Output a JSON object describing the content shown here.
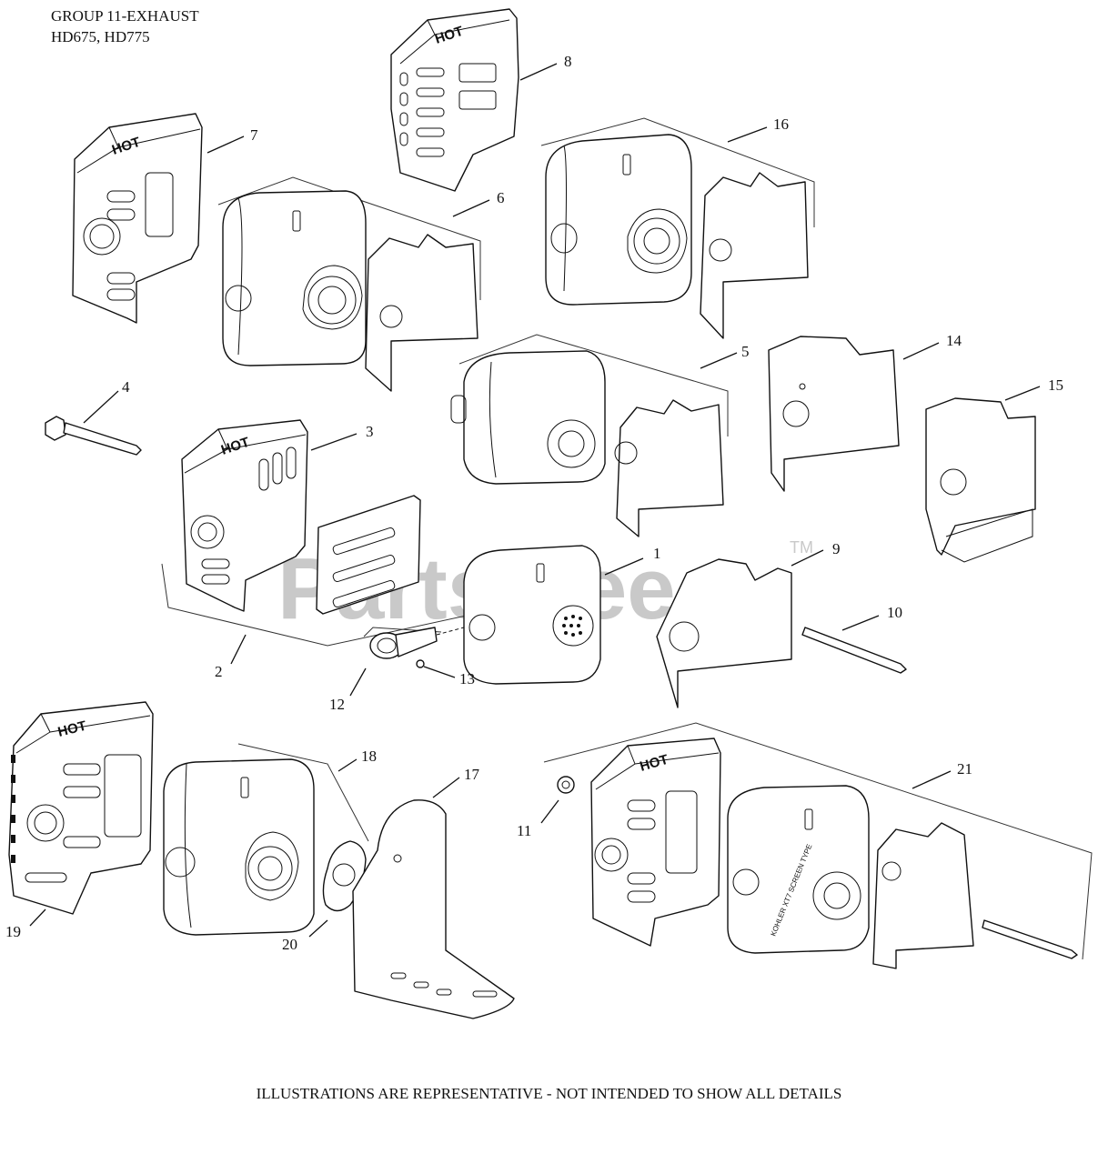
{
  "header": {
    "line1": "GROUP 11-EXHAUST",
    "line2": "HD675, HD775"
  },
  "footer": "ILLUSTRATIONS ARE REPRESENTATIVE - NOT INTENDED TO SHOW ALL DETAILS",
  "watermark": {
    "text": "PartsTree",
    "tm": "TM"
  },
  "callouts": [
    "1",
    "2",
    "3",
    "4",
    "5",
    "6",
    "7",
    "8",
    "9",
    "10",
    "11",
    "12",
    "13",
    "14",
    "15",
    "16",
    "17",
    "18",
    "19",
    "20",
    "21"
  ],
  "stamps": {
    "shield_logo": "HOT",
    "muffler_label": "KOHLER XT7 SCREEN TYPE"
  }
}
